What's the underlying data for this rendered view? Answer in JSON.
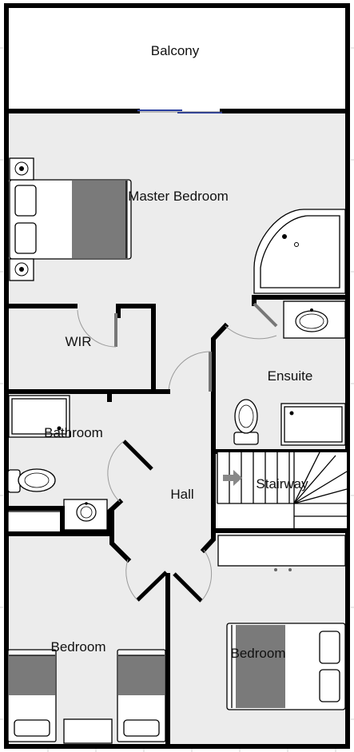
{
  "plan": {
    "colors": {
      "floor": "#ececec",
      "wall": "#000000",
      "bed_cover": "#7a7a7a",
      "window": "#2b3fa0",
      "door_arc": "#9a9a9a",
      "background": "#ffffff"
    },
    "rooms": {
      "balcony": "Balcony",
      "master_bedroom": "Master Bedroom",
      "wir": "WIR",
      "ensuite": "Ensuite",
      "bathroom": "Bathroom",
      "stairway": "Stairway",
      "hall": "Hall",
      "bedroom_left": "Bedroom",
      "bedroom_right": "Bedroom"
    }
  }
}
